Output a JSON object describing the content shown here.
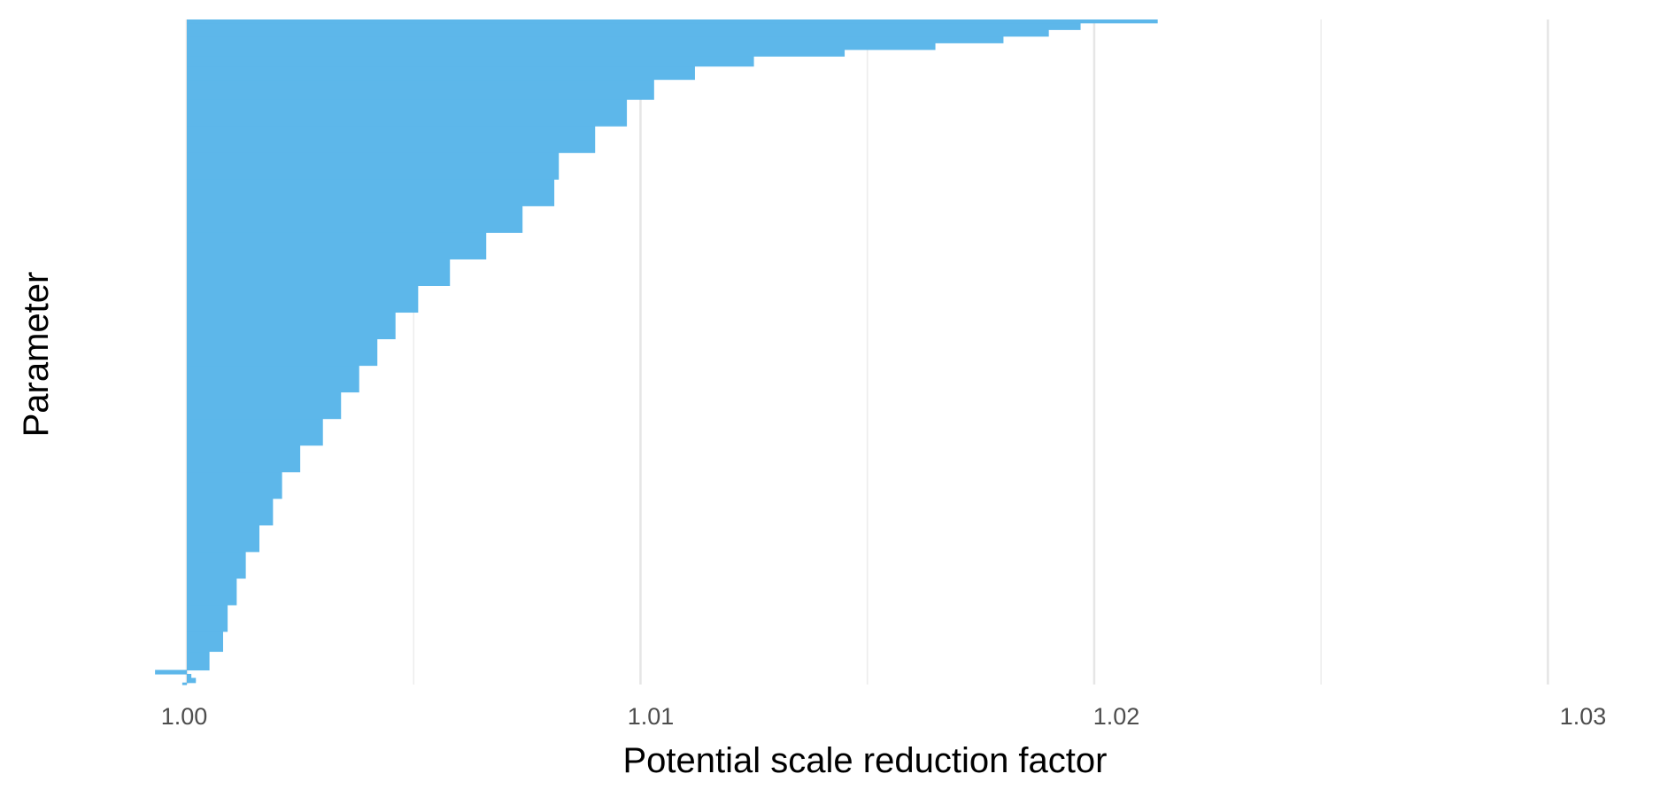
{
  "chart_data": {
    "type": "bar",
    "orientation": "horizontal",
    "xlabel": "Potential scale reduction factor",
    "ylabel": "Parameter",
    "xlim": [
      0.9992,
      1.0313
    ],
    "x_ticks": [
      1.0,
      1.01,
      1.02,
      1.03
    ],
    "x_tick_labels": [
      "1.00",
      "1.01",
      "1.02",
      "1.03"
    ],
    "grid": "vertical",
    "legend": "none",
    "bar_color": "#5DB7EA",
    "sorted": "ascending",
    "bars": [
      {
        "range": [
          0.0,
          0.003
        ],
        "value": 0.9999
      },
      {
        "range": [
          0.003,
          0.006
        ],
        "value": 1.0002
      },
      {
        "range": [
          0.006,
          0.01
        ],
        "value": 1.0002
      },
      {
        "range": [
          0.01,
          0.016
        ],
        "value": 1.0001
      },
      {
        "range": [
          0.016,
          0.022
        ],
        "value": 0.9993
      },
      {
        "range": [
          0.022,
          0.05
        ],
        "value": 1.0005
      },
      {
        "range": [
          0.05,
          0.08
        ],
        "value": 1.0008
      },
      {
        "range": [
          0.08,
          0.12
        ],
        "value": 1.0009
      },
      {
        "range": [
          0.12,
          0.16
        ],
        "value": 1.0011
      },
      {
        "range": [
          0.16,
          0.2
        ],
        "value": 1.0013
      },
      {
        "range": [
          0.2,
          0.24
        ],
        "value": 1.0016
      },
      {
        "range": [
          0.24,
          0.28
        ],
        "value": 1.0019
      },
      {
        "range": [
          0.28,
          0.32
        ],
        "value": 1.0021
      },
      {
        "range": [
          0.32,
          0.36
        ],
        "value": 1.0025
      },
      {
        "range": [
          0.36,
          0.4
        ],
        "value": 1.003
      },
      {
        "range": [
          0.4,
          0.44
        ],
        "value": 1.0034
      },
      {
        "range": [
          0.44,
          0.48
        ],
        "value": 1.0038
      },
      {
        "range": [
          0.48,
          0.52
        ],
        "value": 1.0042
      },
      {
        "range": [
          0.52,
          0.56
        ],
        "value": 1.0046
      },
      {
        "range": [
          0.56,
          0.6
        ],
        "value": 1.0051
      },
      {
        "range": [
          0.6,
          0.64
        ],
        "value": 1.0058
      },
      {
        "range": [
          0.64,
          0.68
        ],
        "value": 1.0066
      },
      {
        "range": [
          0.68,
          0.72
        ],
        "value": 1.0074
      },
      {
        "range": [
          0.72,
          0.76
        ],
        "value": 1.0081
      },
      {
        "range": [
          0.76,
          0.8
        ],
        "value": 1.0082
      },
      {
        "range": [
          0.8,
          0.84
        ],
        "value": 1.009
      },
      {
        "range": [
          0.84,
          0.88
        ],
        "value": 1.0097
      },
      {
        "range": [
          0.88,
          0.91
        ],
        "value": 1.0103
      },
      {
        "range": [
          0.91,
          0.93
        ],
        "value": 1.0112
      },
      {
        "range": [
          0.93,
          0.945
        ],
        "value": 1.0125
      },
      {
        "range": [
          0.945,
          0.955
        ],
        "value": 1.0145
      },
      {
        "range": [
          0.955,
          0.965
        ],
        "value": 1.0165
      },
      {
        "range": [
          0.965,
          0.975
        ],
        "value": 1.018
      },
      {
        "range": [
          0.975,
          0.985
        ],
        "value": 1.019
      },
      {
        "range": [
          0.985,
          0.995
        ],
        "value": 1.0197
      },
      {
        "range": [
          0.995,
          1.0
        ],
        "value": 1.0214
      }
    ]
  }
}
